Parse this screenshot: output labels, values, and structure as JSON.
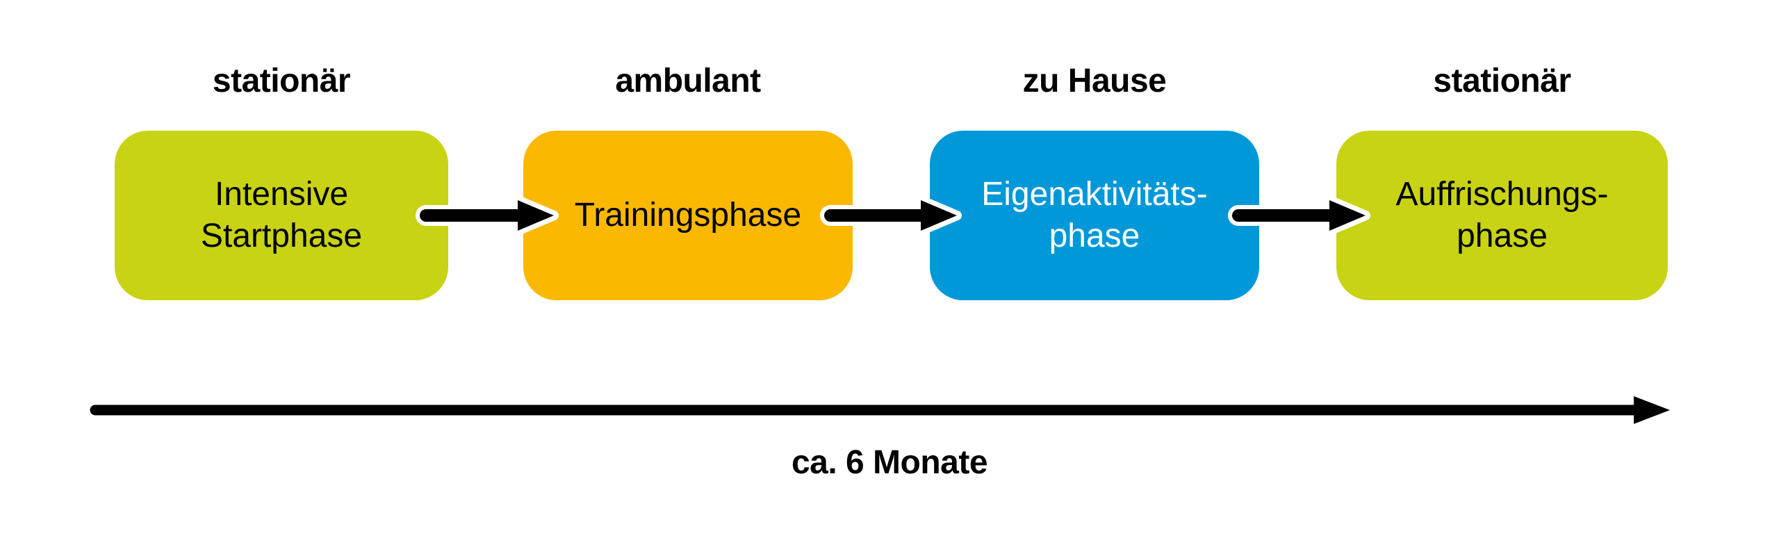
{
  "diagram": {
    "background": "#ffffff",
    "connector_color": "#000000",
    "phases": [
      {
        "setting": "stationär",
        "name": "Intensive\nStartphase",
        "box_color": "#c8d313",
        "text_color": "#000000"
      },
      {
        "setting": "ambulant",
        "name": "Trainingsphase",
        "box_color": "#fbb800",
        "text_color": "#000000"
      },
      {
        "setting": "zu Hause",
        "name": "Eigenaktivitäts-\nphase",
        "box_color": "#0098d8",
        "text_color": "#ffffff"
      },
      {
        "setting": "stationär",
        "name": "Auffrischungs-\nphase",
        "box_color": "#c8d313",
        "text_color": "#000000"
      }
    ],
    "timeline": {
      "caption": "ca. 6 Monate",
      "arrow_color": "#000000"
    }
  }
}
